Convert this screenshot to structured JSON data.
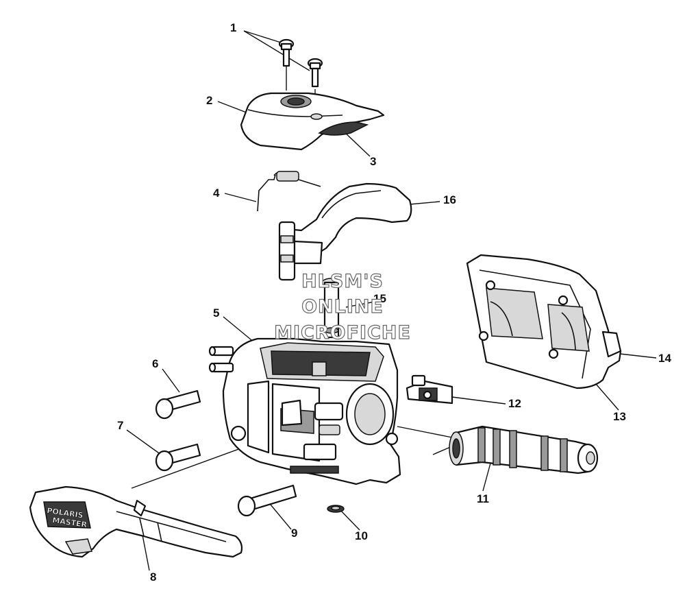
{
  "callouts": {
    "c1": "1",
    "c2": "2",
    "c3": "3",
    "c4": "4",
    "c5": "5",
    "c6": "6",
    "c7": "7",
    "c8": "8",
    "c9": "9",
    "c10": "10",
    "c11": "11",
    "c12": "12",
    "c13": "13",
    "c14": "14",
    "c15": "15",
    "c16": "16"
  },
  "watermark": {
    "line1": "HLSM'S",
    "line2": "ONLINE",
    "line3": "MICROFICHE"
  },
  "lever_logo": {
    "line1": "POLARIS",
    "line2": "MASTER"
  }
}
